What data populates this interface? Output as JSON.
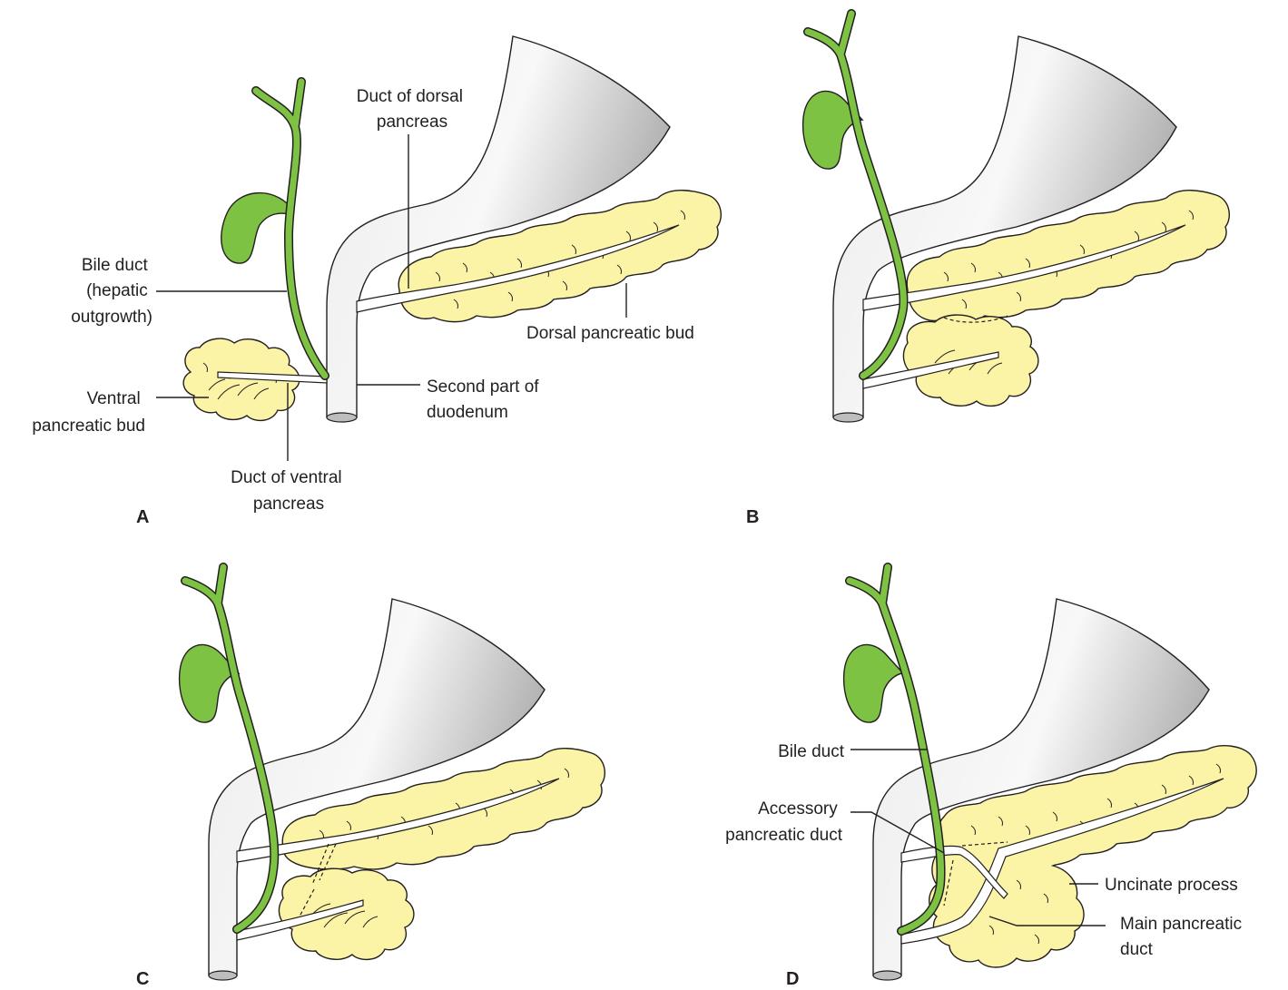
{
  "panels": [
    {
      "id": "A",
      "letter": "A",
      "labels": {
        "dorsal_duct": [
          "Duct of dorsal",
          "pancreas"
        ],
        "bile_duct": [
          "Bile duct",
          "(hepatic",
          "outgrowth)"
        ],
        "dorsal_bud": [
          "Dorsal pancreatic bud"
        ],
        "ventral_bud": [
          "Ventral",
          "pancreatic bud"
        ],
        "second_part": [
          "Second part of",
          "duodenum"
        ],
        "ventral_duct": [
          "Duct of ventral",
          "pancreas"
        ]
      }
    },
    {
      "id": "B",
      "letter": "B",
      "labels": {}
    },
    {
      "id": "C",
      "letter": "C",
      "labels": {}
    },
    {
      "id": "D",
      "letter": "D",
      "labels": {
        "bile_duct": [
          "Bile duct"
        ],
        "accessory_duct": [
          "Accessory",
          "pancreatic duct"
        ],
        "uncinate": [
          "Uncinate process"
        ],
        "main_duct": [
          "Main pancreatic",
          "duct"
        ]
      }
    }
  ],
  "colors": {
    "pancreas": "#fbf3a6",
    "bile_duct": "#7dc242",
    "duodenum_light": "#f4f4f4",
    "duodenum_dark": "#9a9a9a",
    "outline": "#231f20"
  }
}
